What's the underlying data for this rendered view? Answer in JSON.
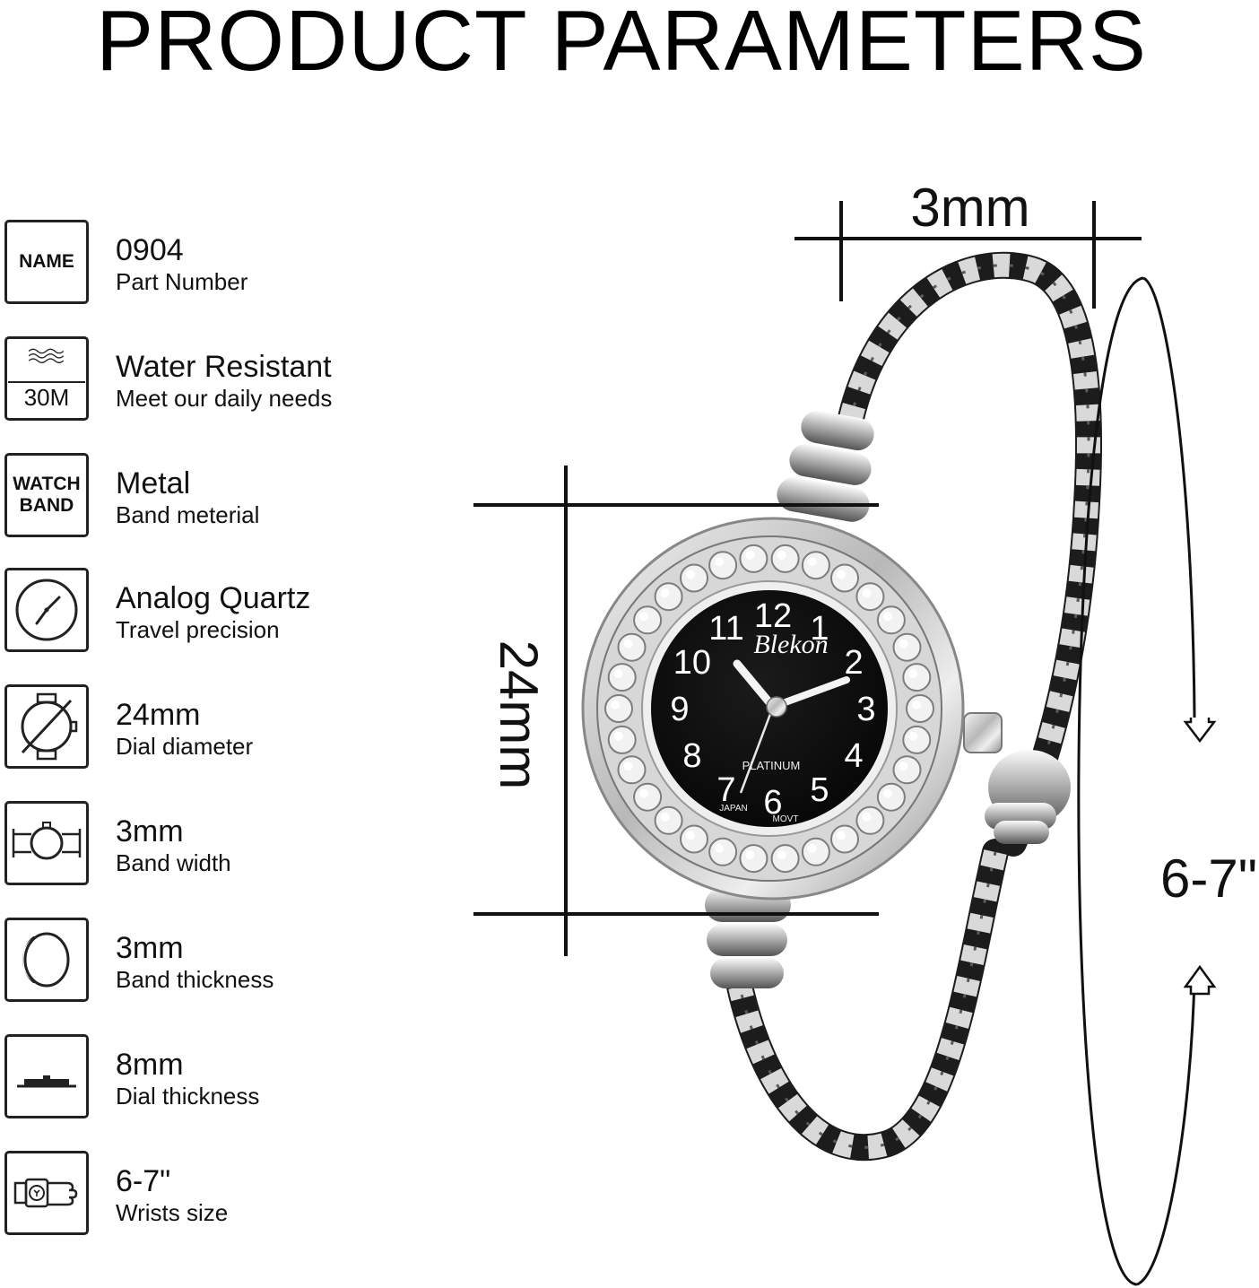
{
  "title": "PRODUCT PARAMETERS",
  "specs": [
    {
      "icon": "name-tag-icon",
      "icon_text": "NAME",
      "value": "0904",
      "label": "Part Number"
    },
    {
      "icon": "water-waves-icon",
      "icon_text": "30M",
      "value": "Water Resistant",
      "label": "Meet our daily needs"
    },
    {
      "icon": "watch-band-icon",
      "icon_text_line1": "WATCH",
      "icon_text_line2": "BAND",
      "value": "Metal",
      "label": "Band meterial"
    },
    {
      "icon": "clock-face-icon",
      "value": "Analog Quartz",
      "label": "Travel precision"
    },
    {
      "icon": "dial-diameter-icon",
      "value": "24mm",
      "label": "Dial diameter"
    },
    {
      "icon": "band-width-icon",
      "value": "3mm",
      "label": "Band width"
    },
    {
      "icon": "band-thickness-icon",
      "value": "3mm",
      "label": "Band thickness"
    },
    {
      "icon": "dial-thickness-icon",
      "value": "8mm",
      "label": "Dial thickness"
    },
    {
      "icon": "wrist-size-icon",
      "value": "6-7\"",
      "label": "Wrists size"
    }
  ],
  "dimensions": {
    "band_width": "3mm",
    "dial_diameter": "24mm",
    "wrist_size": "6-7\""
  },
  "watch": {
    "brand": "Blekon",
    "model_text": "PLATINUM",
    "movement_left": "JAPAN",
    "movement_right": "MOVT",
    "numerals": [
      "12",
      "1",
      "2",
      "3",
      "4",
      "5",
      "6",
      "7",
      "8",
      "9",
      "10",
      "11"
    ]
  },
  "colors": {
    "text": "#111111",
    "dial": "#0c0c0c",
    "silver": "#c9c9c9",
    "rope_dark": "#1a1a1a"
  }
}
